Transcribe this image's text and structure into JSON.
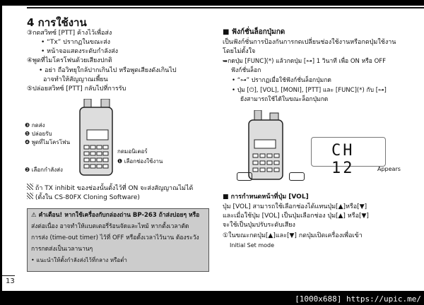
{
  "title": "4 การใช้งาน",
  "left": {
    "step3": "③กดสวิทซ์ [PTT] ค้างไว้เพื่อส่ง",
    "step3_b1": "• “Tx” ปรากฏในขณะส่ง",
    "step3_b2": "• หน้าจอแสดงระดับกำลังส่ง",
    "step4": "④พูดที่ไมโครโฟนด้วยเสียงปกติ",
    "step4_b1": "• อย่า ถือวิทยุใกล้ปากเกินไป หรือพูดเสียงดังเกินไป",
    "step4_b1b": "อาจทำให้สัญญาณเพี้ยน",
    "step5": "⑤ปล่อยสวิทซ์ [PTT] กลับไปที่การรับ",
    "callouts": [
      "❸ กดส่ง",
      "❺ ปล่อยรับ",
      "❹ พูดที่ไมโครโฟน",
      "กดมอนิเตอร์",
      "❶ เลือกช่องใช้งาน",
      "❷ เลือกกำลังส่ง"
    ],
    "note1": "ถ้า TX inhibit ของช่องนั้นตั้งไว้ที่ ON จะส่งสัญญาณไม่ได้",
    "note2": "(ตั้งใน CS-80FX Cloning Software)",
    "warning": [
      "⚠ คำเตือน! หากใช้เครื่องกับกล่องถ่าน BP-263 ถ้าส่งบ่อยๆ หรือ",
      "ส่งต่อเนื่อง อาจทำให้แบตเตอรี่ร้อนจัดและไหม้ หากตั้งเวลาตัด",
      "การส่ง (time-out timer) ไว้ที่ OFF หรือตั้งเวลาไว้นาน ต้องระวัง",
      "การกดส่งเป็นเวลานานๆ",
      "• แนะนำให้ตั้งกำลังส่งไว้ที่กลาง หรือต่ำ"
    ],
    "page_number": "13"
  },
  "right": {
    "lock_heading": "■ ฟังก์ชั่นล็อกปุ่มกด",
    "lock_desc1": "เป็นฟังก์ชั่นการป้องกันการกดเปลี่ยนช่องใช้งานหรือกดปุ่มใช้งาน",
    "lock_desc2": "โดยไม่ตั้งใจ",
    "lock_step1": "➥กดปุ่ม [FUNC](*) แล้วกดปุ่ม [⊶] 1 วินาที เพื่อ ON หรือ OFF",
    "lock_step1b": "ฟังก์ชั่นล็อก",
    "lock_b1": "• “⊶” ปรากฏเมื่อใช้ฟังก์ชั่นล็อกปุ่มกด",
    "lock_b2": "• ปุ่ม [⏻], [VOL], [MONI], [PTT] และ [FUNC](*) กับ [⊶]",
    "lock_b2b": "ยังสามารถใช้ได้ในขณะล็อกปุ่มกด",
    "lcd_text": "CH 12",
    "appears": "Appears",
    "vol_heading": "■ การกำหนดหน้าที่ปุ่ม [VOL]",
    "vol_l1": "ปุ่ม [VOL] สามารถใช้เลือกช่องได้แทนปุ่ม[▲]หรือ[▼]",
    "vol_l2": "และเมื่อใช้ปุ่ม [VOL] เป็นปุ่มเลือกช่อง ปุ่ม[▲] หรือ[▼]",
    "vol_l3": "จะใช้เป็นปุ่มปรับระดับเสียง",
    "vol_step1": "①ในขณะกดปุ่ม[▲]และ[▼] กดปุ่มเปิดเครื่องเพื่อเข้า",
    "vol_step1b": "Initial Set mode"
  },
  "footer": "[1000x688] https://upic.me/"
}
